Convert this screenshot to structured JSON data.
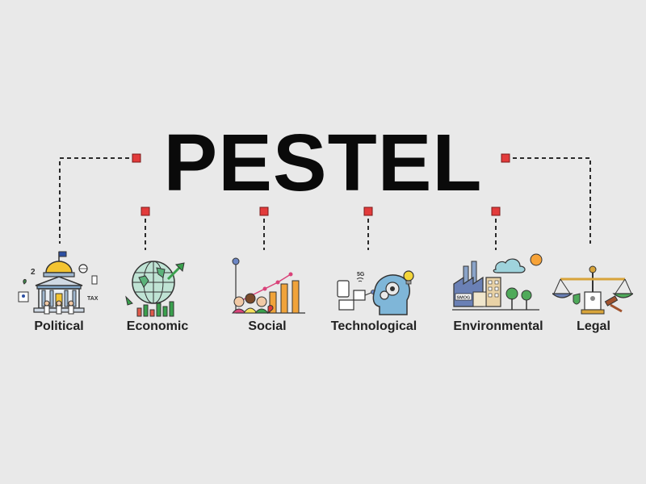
{
  "title": "PESTEL",
  "factors": [
    {
      "label": "Political",
      "icon": "government-building-icon"
    },
    {
      "label": "Economic",
      "icon": "globe-chart-icon"
    },
    {
      "label": "Social",
      "icon": "people-growth-chart-icon"
    },
    {
      "label": "Technological",
      "icon": "head-gears-technology-icon"
    },
    {
      "label": "Environmental",
      "icon": "factory-city-nature-icon"
    },
    {
      "label": "Legal",
      "icon": "scales-of-justice-icon"
    }
  ],
  "colors": {
    "background": "#e9e9e9",
    "title": "#0a0a0a",
    "connector": "#2b2b2b",
    "node": "#e23b3b",
    "label": "#222222"
  },
  "icon_text": {
    "political_tax": "TAX",
    "technological_5g": "5G",
    "environmental_smog": "SMOG"
  }
}
